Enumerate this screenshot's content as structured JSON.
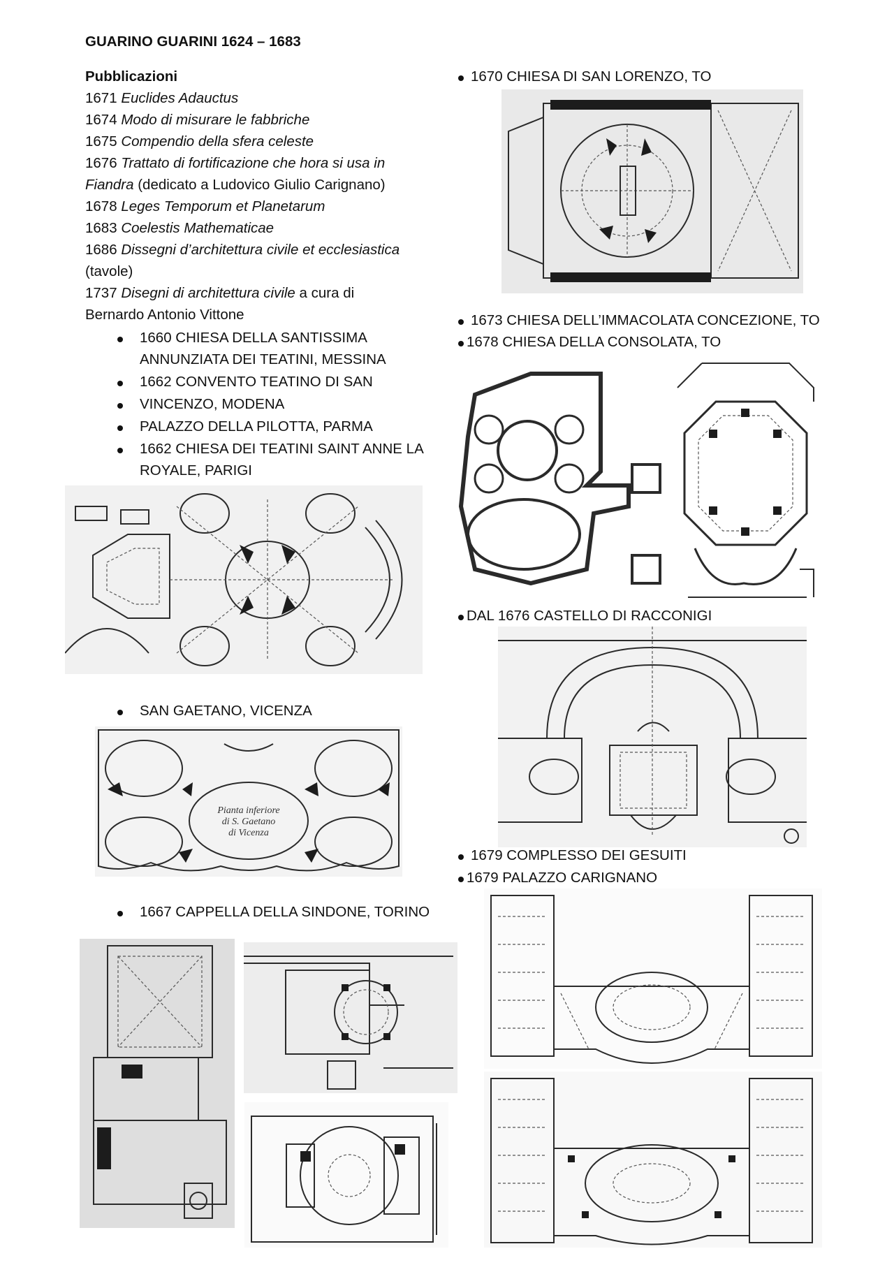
{
  "title": "GUARINO GUARINI 1624 – 1683",
  "publications": {
    "heading": "Pubblicazioni",
    "items": [
      {
        "year": "1671",
        "title": "Euclides Adauctus",
        "note": ""
      },
      {
        "year": "1674",
        "title": "Modo di misurare le fabbriche",
        "note": ""
      },
      {
        "year": "1675",
        "title": "Compendio della sfera celeste",
        "note": ""
      },
      {
        "year": "1676",
        "title": "Trattato di fortificazione che hora si usa in",
        "note": ""
      },
      {
        "year": "",
        "title": "Fiandra",
        "note": " (dedicato a Ludovico Giulio Carignano)"
      },
      {
        "year": "1678",
        "title": "Leges Temporum et Planetarum",
        "note": ""
      },
      {
        "year": "1683",
        "title": "Coelestis Mathematicae",
        "note": ""
      },
      {
        "year": "1686",
        "title": "Dissegni d’architettura civile et ecclesiastica",
        "note": ""
      },
      {
        "year": "",
        "title": "",
        "note": "(tavole)"
      },
      {
        "year": "1737",
        "title": "Disegni di architettura civile",
        "note": "  a cura di"
      },
      {
        "year": "",
        "title": "",
        "note": "Bernardo Antonio Vittone"
      }
    ]
  },
  "left_works": [
    "1660 CHIESA DELLA SANTISSIMA",
    "ANNUNZIATA DEI TEATINI, MESSINA",
    "1662 CONVENTO TEATINO DI SAN",
    "VINCENZO, MODENA",
    "PALAZZO DELLA PILOTTA, PARMA",
    "1662 CHIESA DEI TEATINI SAINT ANNE LA",
    "ROYALE, PARIGI"
  ],
  "san_gaetano": "SAN GAETANO, VICENZA",
  "san_gaetano_caption": [
    "Pianta inferiore",
    "di S. Gaetano",
    "di Vicenza"
  ],
  "sindone": "1667 CAPPELLA DELLA SINDONE, TORINO",
  "right_works": {
    "san_lorenzo": "1670 CHIESA DI SAN LORENZO, TO",
    "immacolata": "1673 CHIESA DELL’IMMACOLATA CONCEZIONE, TO",
    "consolata": "1678 CHIESA DELLA CONSOLATA, TO",
    "racconigi": "DAL 1676 CASTELLO DI RACCONIGI",
    "gesuiti": "1679 COMPLESSO DEI GESUITI",
    "carignano": "1679 PALAZZO CARIGNANO"
  }
}
